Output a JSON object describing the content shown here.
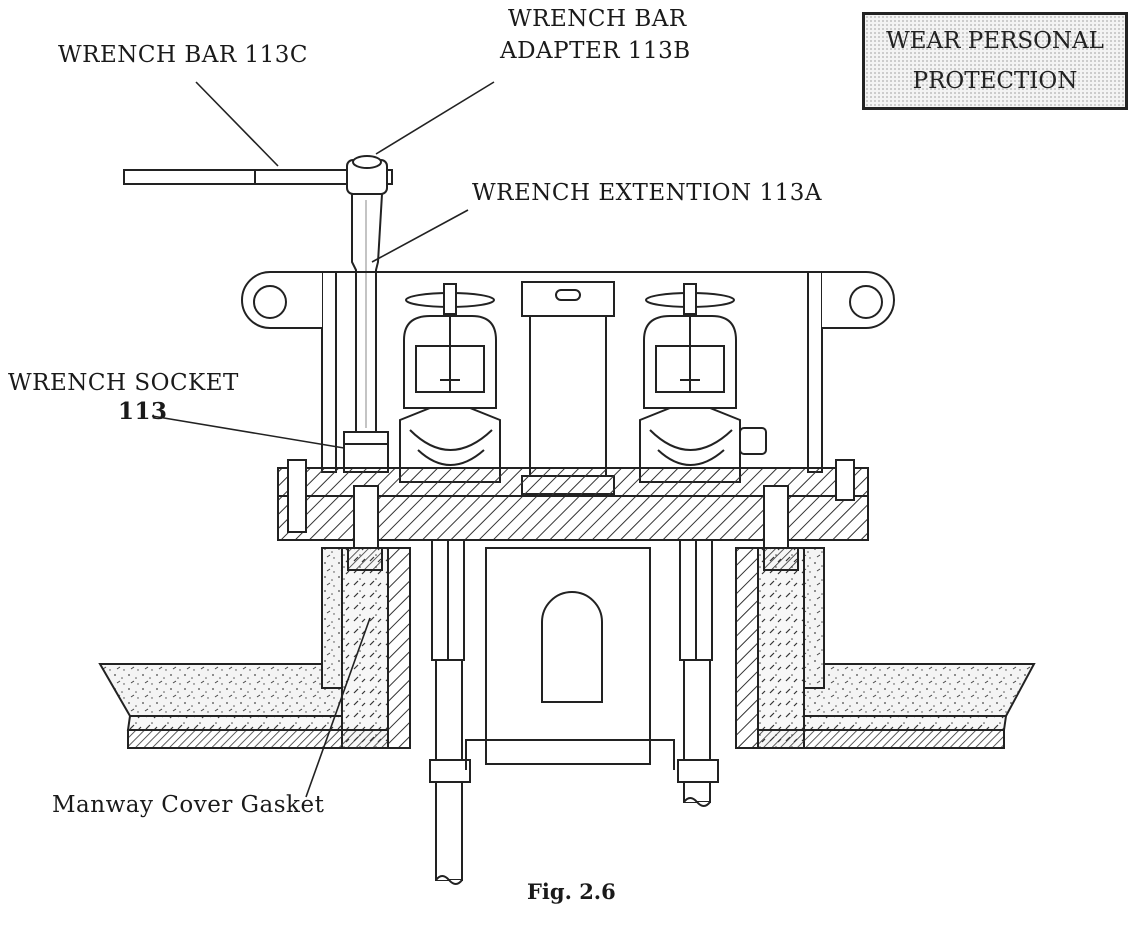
{
  "labels": {
    "wrench_bar": "WRENCH BAR 113C",
    "adapter_line1": "WRENCH BAR",
    "adapter_line2": "ADAPTER 113B",
    "extension": "WRENCH EXTENTION 113A",
    "socket_line1": "WRENCH SOCKET",
    "socket_line2": "113",
    "gasket": "Manway Cover Gasket"
  },
  "warning": {
    "line1": "WEAR PERSONAL",
    "line2": "PROTECTION"
  },
  "caption": "Fig. 2.6",
  "colors": {
    "ink": "#1a1a1a",
    "paper": "#ffffff",
    "hatch": "#333333",
    "warning_fill": "#f3f3f3"
  }
}
